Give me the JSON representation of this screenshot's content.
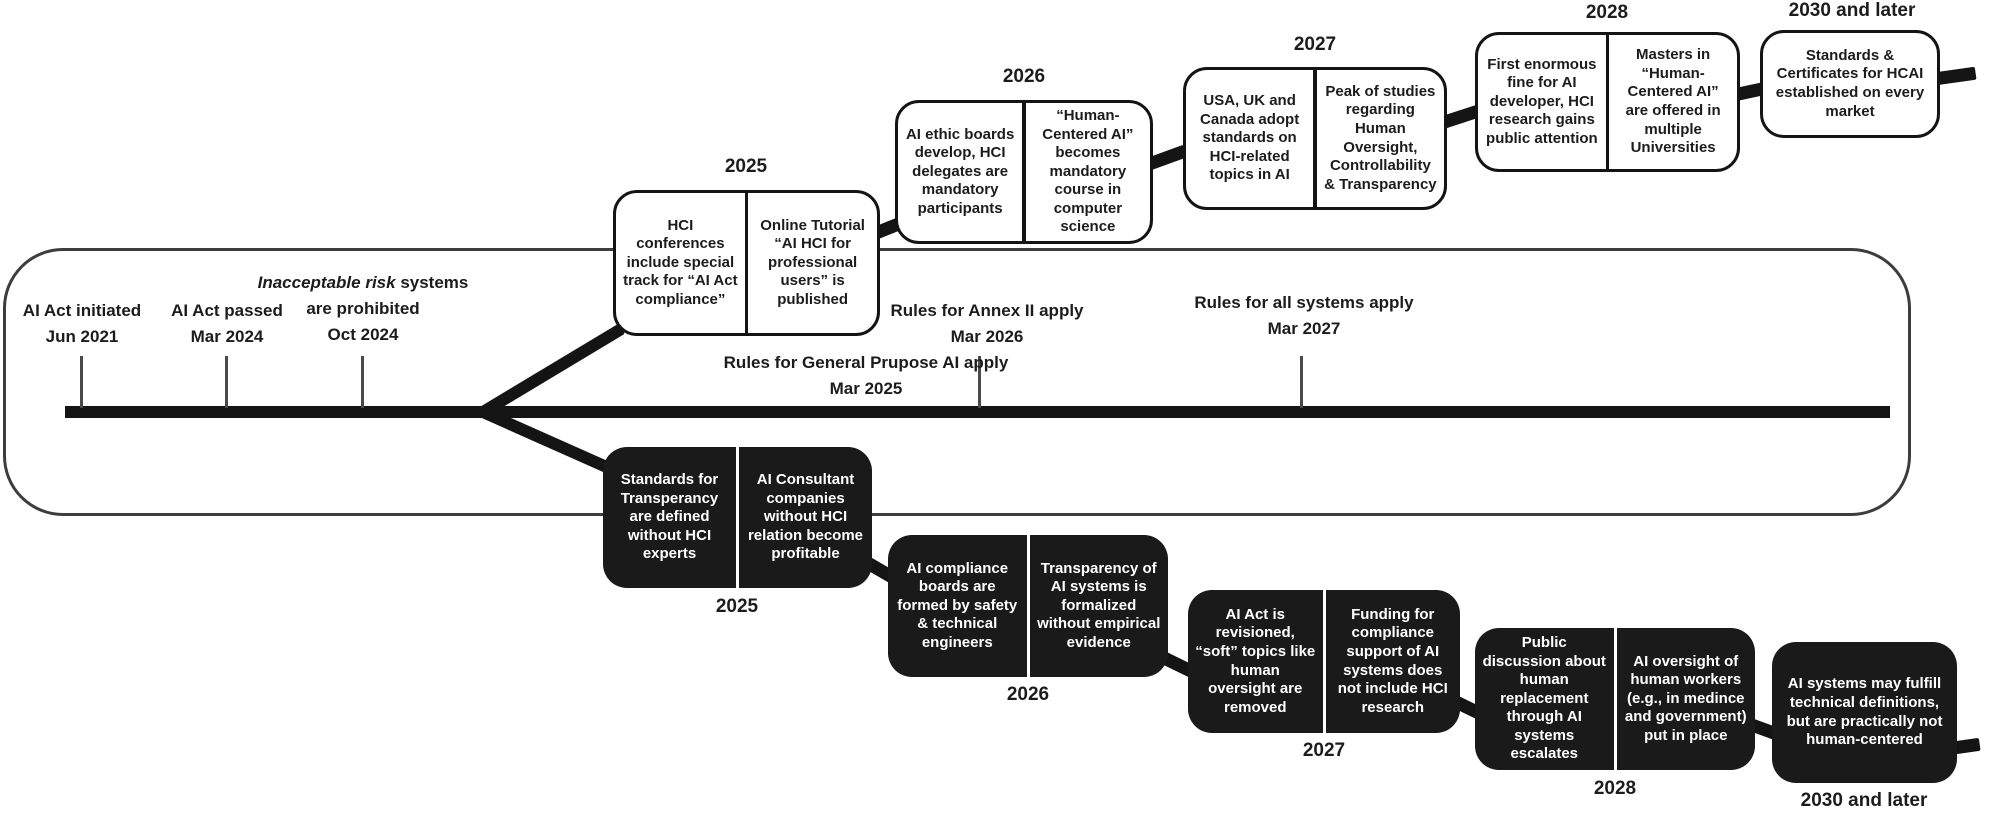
{
  "diagram_title": "AI Act HCI futures timeline",
  "colors": {
    "positive_box_bg": "#ffffff",
    "positive_box_border": "#141414",
    "negative_box_bg": "#1a1a1a",
    "negative_box_text": "#ffffff",
    "axis_line": "#141414",
    "frame_border": "#3d3d3d",
    "tick": "#4a4a4a",
    "text": "#1c1c1c"
  },
  "timeline": {
    "milestones": [
      {
        "text": "AI Act initiated",
        "date": "Jun 2021"
      },
      {
        "text": "AI Act passed",
        "date": "Mar 2024"
      },
      {
        "italic": "Inacceptable risk",
        "text": " systems",
        "line2": "are prohibited",
        "date": "Oct 2024"
      },
      {
        "text": "Rules for General Prupose AI apply",
        "date": "Mar 2025"
      },
      {
        "text": "Rules for Annex II apply",
        "date": "Mar 2026"
      },
      {
        "text": "Rules for all systems apply",
        "date": "Mar 2027"
      }
    ]
  },
  "upper_branch": {
    "theme": "positive",
    "groups": [
      {
        "year": "2025",
        "boxes": [
          "HCI conferences include special track for “AI Act compliance”",
          "Online Tutorial “AI HCI for professional users” is published"
        ]
      },
      {
        "year": "2026",
        "boxes": [
          "AI ethic boards develop, HCI delegates are mandatory participants",
          "“Human-Centered AI” becomes mandatory course in computer science"
        ]
      },
      {
        "year": "2027",
        "boxes": [
          "USA, UK and Canada adopt standards on HCI-related topics in AI",
          "Peak of studies regarding Human Oversight, Controllability & Transparency"
        ]
      },
      {
        "year": "2028",
        "boxes": [
          "First enormous fine for AI developer, HCI research gains public attention",
          "Masters in “Human-Centered AI” are offered in multiple Universities"
        ]
      },
      {
        "year": "2030 and later",
        "boxes": [
          "Standards & Certificates for HCAI established on every market"
        ]
      }
    ]
  },
  "lower_branch": {
    "theme": "negative",
    "groups": [
      {
        "year": "2025",
        "boxes": [
          "Standards for Transperancy are defined without HCI experts",
          "AI Consultant companies without HCI relation become profitable"
        ]
      },
      {
        "year": "2026",
        "boxes": [
          "AI compliance boards are formed by safety & technical engineers",
          "Transparency of AI systems is formalized without empirical evidence"
        ]
      },
      {
        "year": "2027",
        "boxes": [
          "AI Act is revisioned, “soft” topics like human oversight are removed",
          "Funding for compliance support of AI systems does not include HCI research"
        ]
      },
      {
        "year": "2028",
        "boxes": [
          "Public discussion about human replacement through AI systems escalates",
          "AI oversight of human workers (e.g., in medince and government) put in place"
        ]
      },
      {
        "year": "2030 and later",
        "boxes": [
          "AI systems may fulfill technical definitions, but are practically not human-centered"
        ]
      }
    ]
  }
}
